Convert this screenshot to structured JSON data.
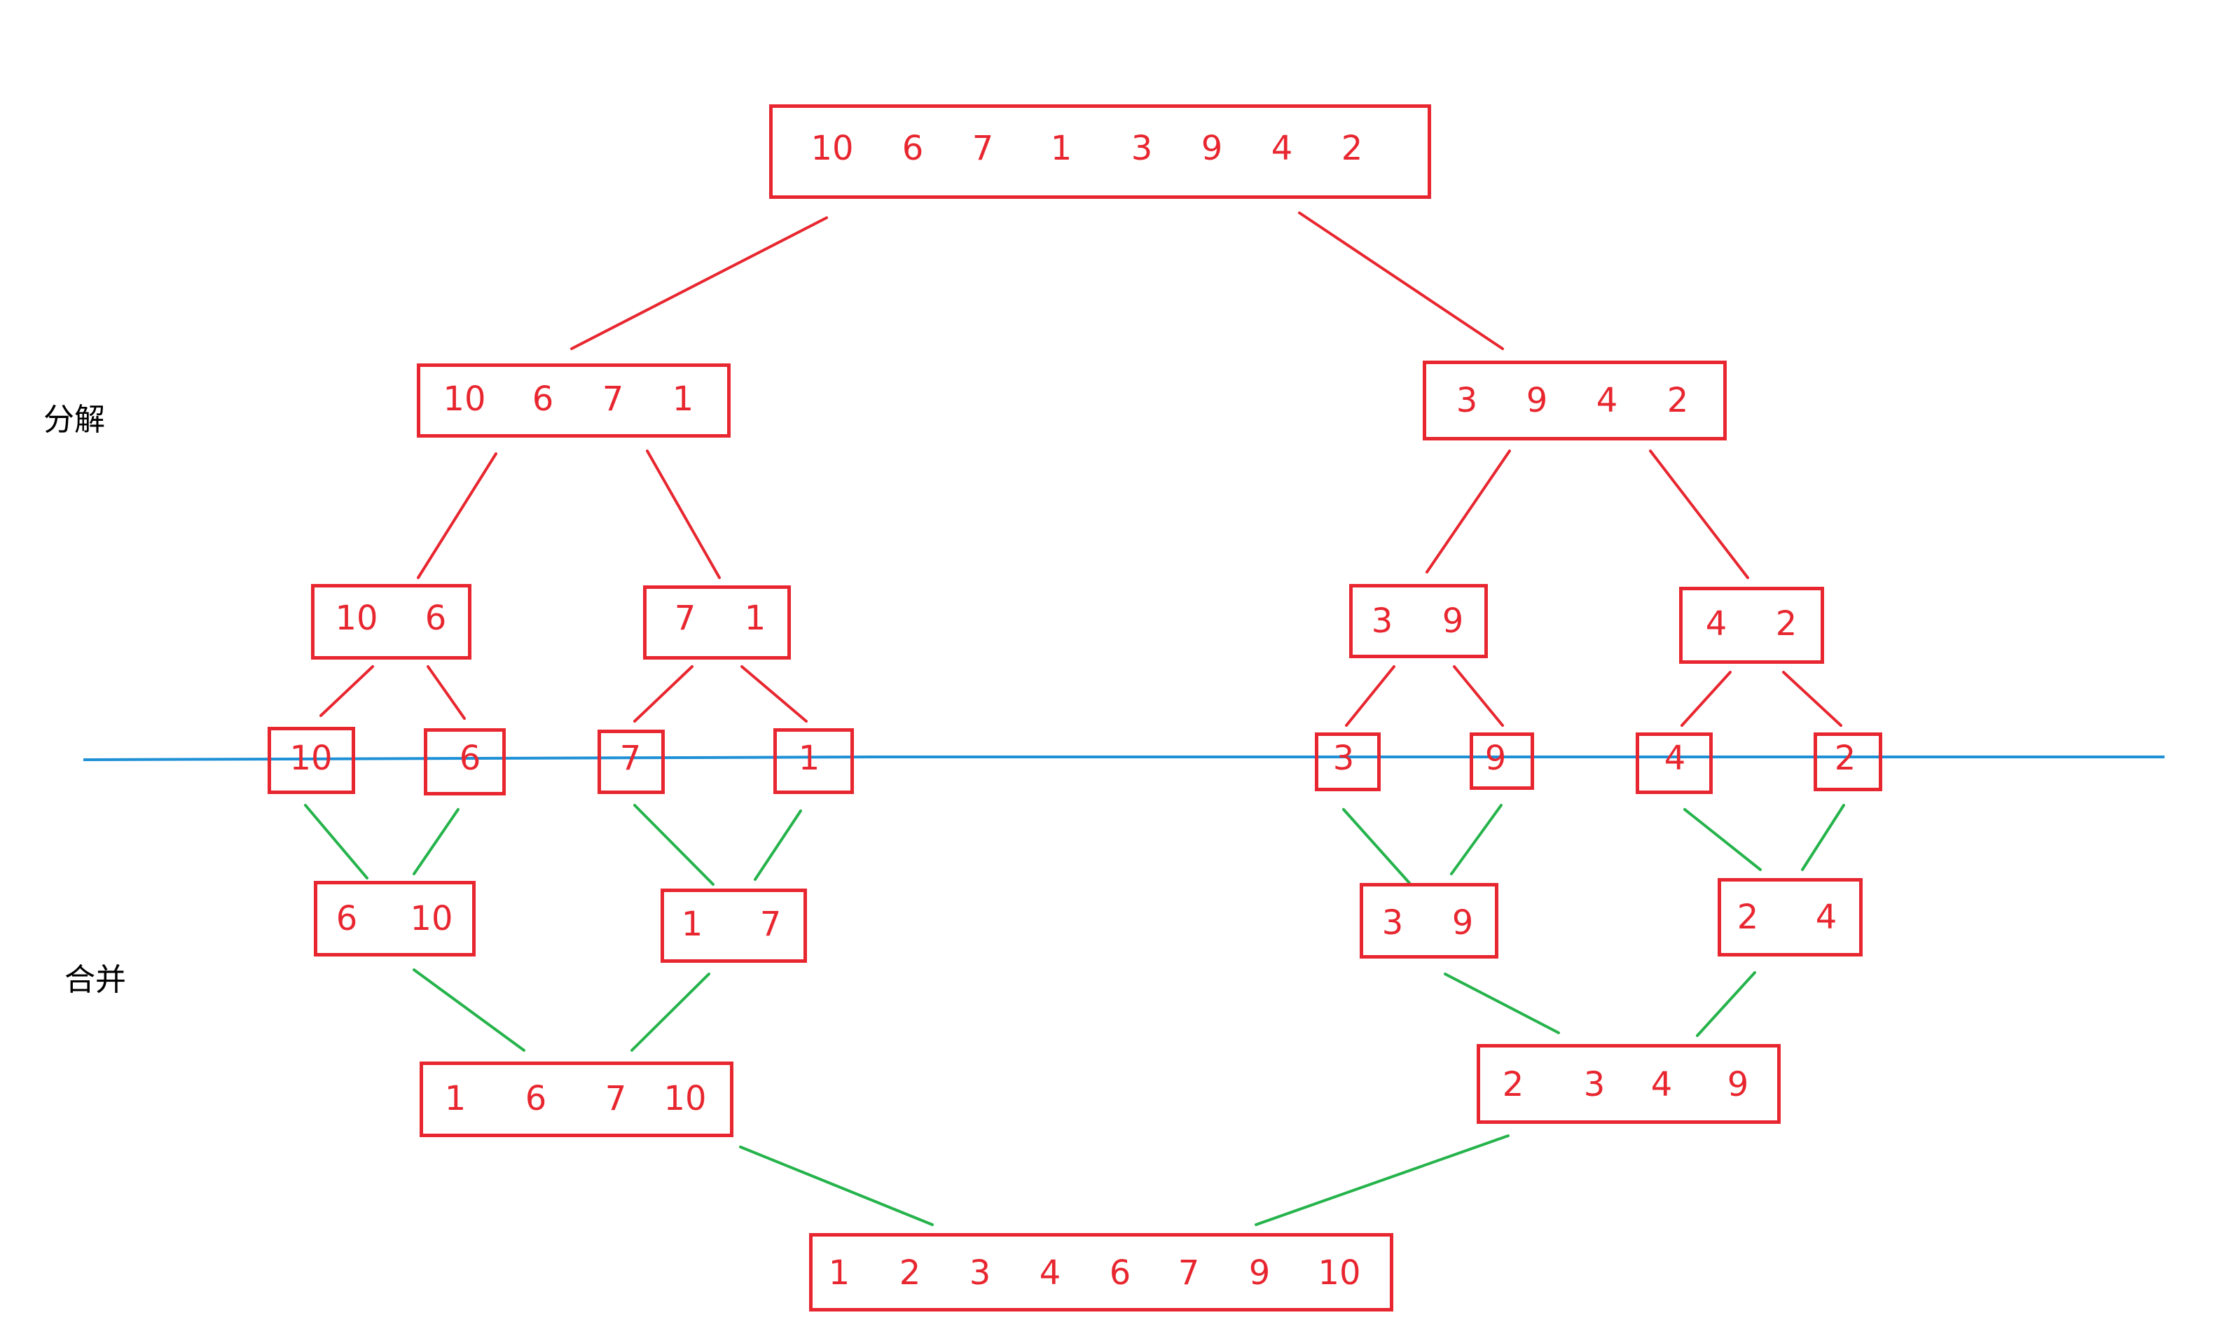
{
  "labels": {
    "split": "分解",
    "merge": "合并"
  },
  "colors": {
    "box": "#e8262f",
    "split_edge": "#e8262f",
    "merge_edge": "#25b34b",
    "divider": "#1e90d6",
    "label": "#000000"
  },
  "nodes": {
    "root": [
      "10",
      "6",
      "7",
      "1",
      "3",
      "9",
      "4",
      "2"
    ],
    "split_l": [
      "10",
      "6",
      "7",
      "1"
    ],
    "split_r": [
      "3",
      "9",
      "4",
      "2"
    ],
    "split_ll": [
      "10",
      "6"
    ],
    "split_lr": [
      "7",
      "1"
    ],
    "split_rl": [
      "3",
      "9"
    ],
    "split_rr": [
      "4",
      "2"
    ],
    "leaf_1": [
      "10"
    ],
    "leaf_2": [
      "6"
    ],
    "leaf_3": [
      "7"
    ],
    "leaf_4": [
      "1"
    ],
    "leaf_5": [
      "3"
    ],
    "leaf_6": [
      "9"
    ],
    "leaf_7": [
      "4"
    ],
    "leaf_8": [
      "2"
    ],
    "merge_ll": [
      "6",
      "10"
    ],
    "merge_lr": [
      "1",
      "7"
    ],
    "merge_rl": [
      "3",
      "9"
    ],
    "merge_rr": [
      "2",
      "4"
    ],
    "merge_l": [
      "1",
      "6",
      "7",
      "10"
    ],
    "merge_r": [
      "2",
      "3",
      "4",
      "9"
    ],
    "result": [
      "1",
      "2",
      "3",
      "4",
      "6",
      "7",
      "9",
      "10"
    ]
  }
}
